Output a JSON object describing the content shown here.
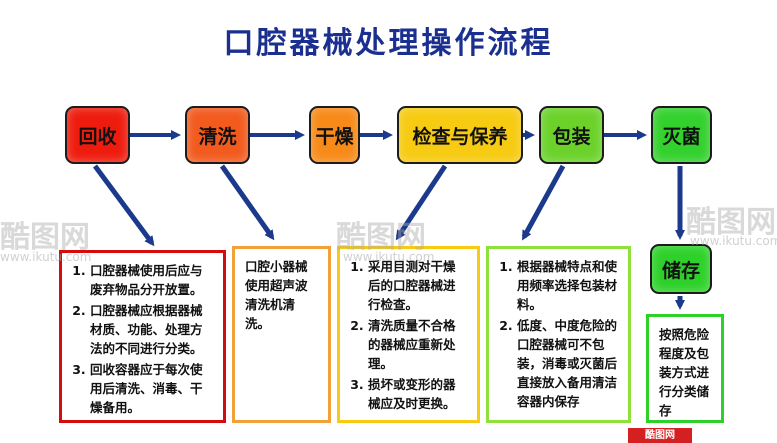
{
  "title": "口腔器械处理操作流程",
  "steps": [
    {
      "id": "huishou",
      "label": "回收",
      "color": "#ee1c0e"
    },
    {
      "id": "qingxi",
      "label": "清洗",
      "color": "#f25a1e"
    },
    {
      "id": "ganzao",
      "label": "干燥",
      "color": "#f78a18"
    },
    {
      "id": "jiancha",
      "label": "检查与保养",
      "color": "#f6cb12"
    },
    {
      "id": "baozhuang",
      "label": "包装",
      "color": "#6cd22a"
    },
    {
      "id": "miejun",
      "label": "灭菌",
      "color": "#33d12e"
    },
    {
      "id": "chucun",
      "label": "储存",
      "color": "#2ed12a"
    }
  ],
  "notes": {
    "huishou": {
      "items": [
        "口腔器械使用后应与废弃物品分开放置。",
        "口腔器械应根据器械材质、功能、处理方法的不同进行分类。",
        "回收容器应于每次使用后清洗、消毒、干燥备用。"
      ],
      "border": "#d40c0c"
    },
    "qingxi": {
      "text": "口腔小器械使用超声波清洗机清洗。",
      "border": "#f2a13a"
    },
    "jiancha": {
      "items": [
        "采用目测对干燥后的口腔器械进行检查。",
        "清洗质量不合格的器械应重新处理。",
        "损坏或变形的器械应及时更换。"
      ],
      "border": "#f6cb12"
    },
    "baozhuang": {
      "items": [
        "根据器械特点和使用频率选择包装材料。",
        "低度、中度危险的口腔器械可不包装，消毒或灭菌后直接放入备用清洁容器内保存"
      ],
      "border": "#8fe03a"
    },
    "chucun": {
      "text": "按照危险程度及包装方式进行分类储存",
      "border": "#2ed12a"
    }
  },
  "colors": {
    "title": "#1a2f8f",
    "arrow": "#1b3a8c"
  },
  "watermark": {
    "logo": "酷图网",
    "url": "www.ikutu.com"
  }
}
